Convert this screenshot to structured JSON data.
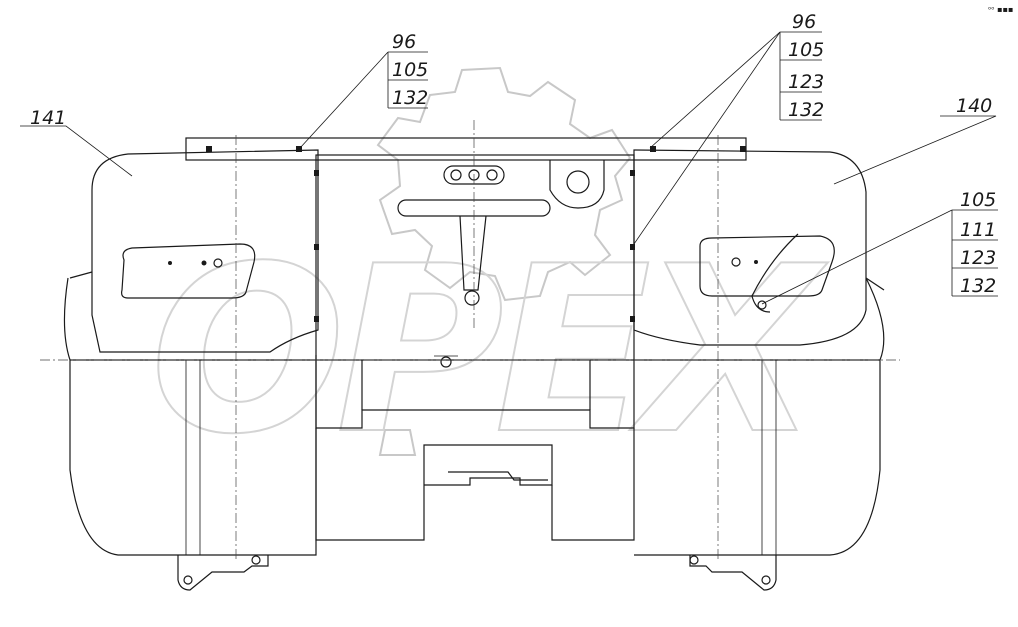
{
  "watermark": {
    "text": "OPEX"
  },
  "corner_mark": {
    "text": "ᵒᵒ ▪▪▪"
  },
  "callouts": [
    {
      "id": "left-tank",
      "labels": [
        "141"
      ]
    },
    {
      "id": "left-top-fastener",
      "labels": [
        "96",
        "105",
        "132"
      ]
    },
    {
      "id": "right-top-fastener",
      "labels": [
        "96",
        "105",
        "123",
        "132"
      ]
    },
    {
      "id": "right-tank",
      "labels": [
        "140"
      ]
    },
    {
      "id": "right-lower-fastener",
      "labels": [
        "105",
        "111",
        "123",
        "132"
      ]
    }
  ]
}
